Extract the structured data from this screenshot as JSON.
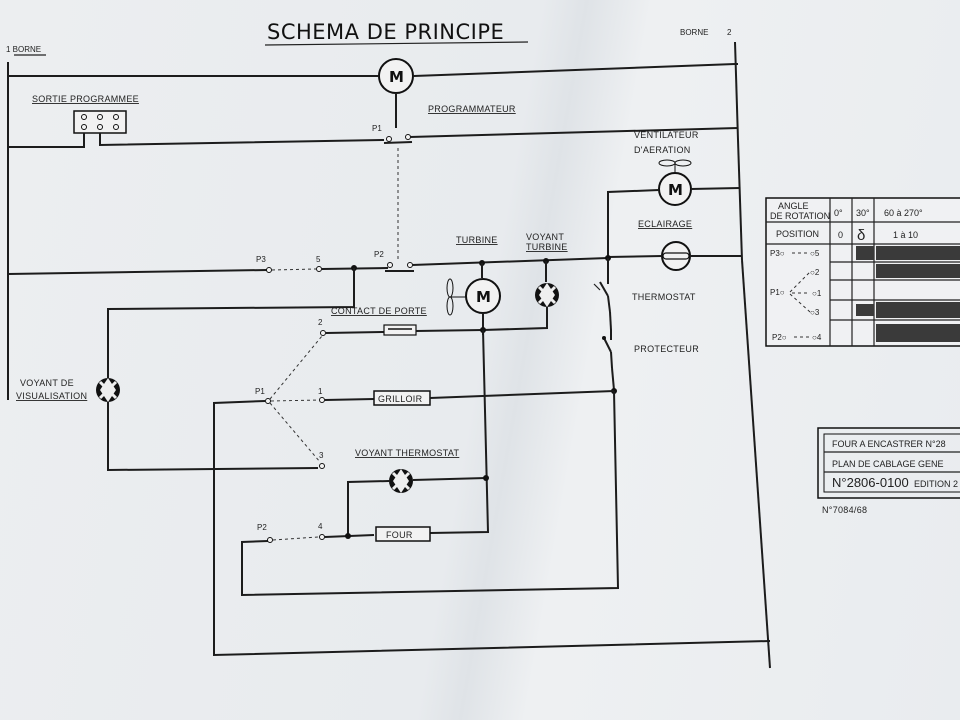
{
  "title": "SCHEMA DE PRINCIPE",
  "borne_left": "1 BORNE",
  "borne_right_label": "BORNE",
  "borne_right_num": "2",
  "labels": {
    "sortie": "SORTIE PROGRAMMEE",
    "programmateur": "PROGRAMMATEUR",
    "ventilateur": "VENTILATEUR",
    "ventilateur2": "D'AERATION",
    "eclairage": "ECLAIRAGE",
    "turbine": "TURBINE",
    "voyant_turbine1": "VOYANT",
    "voyant_turbine2": "TURBINE",
    "thermostat": "THERMOSTAT",
    "protecteur": "PROTECTEUR",
    "contact_porte": "CONTACT DE PORTE",
    "voyant_visu1": "VOYANT DE",
    "voyant_visu2": "VISUALISATION",
    "grilloir": "GRILLOIR",
    "voyant_thermostat": "VOYANT THERMOSTAT",
    "four": "FOUR",
    "motor": "M"
  },
  "nodes": {
    "p1_top": "P1",
    "p3": "P3",
    "n5": "5",
    "p2": "P2",
    "n2": "2",
    "p1_mid": "P1",
    "n1": "1",
    "n3": "3",
    "p2_bot": "P2",
    "n4": "4"
  },
  "table": {
    "h1a": "ANGLE",
    "h1b": "DE ROTATION",
    "c0": "0°",
    "c30": "30°",
    "c60": "60 à 270°",
    "h2": "POSITION",
    "p0": "0",
    "psym": "δ",
    "p110": "1 à 10",
    "rows": [
      "P3○",
      "○5",
      "○2",
      "P1○",
      "○1",
      "○3",
      "P2○",
      "○4"
    ]
  },
  "cartouche": {
    "line1": "FOUR A ENCASTRER N°28",
    "line2": "PLAN DE CABLAGE GENE",
    "line3a": "N°2806-0100",
    "line3b": "EDITION 2"
  },
  "ref": "N°7084/68"
}
